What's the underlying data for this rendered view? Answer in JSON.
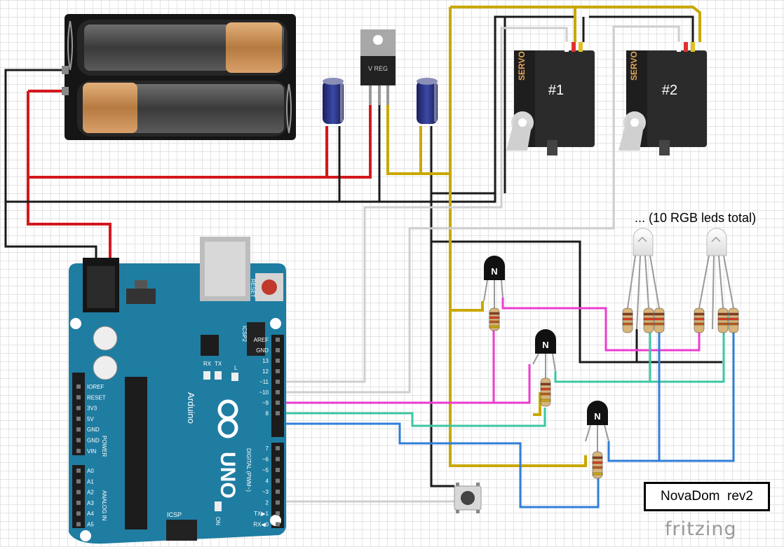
{
  "diagram": {
    "title": "NovaDom  rev2",
    "led_note": "... (10 RGB leds total)",
    "logo": "fritzing",
    "servos": [
      {
        "label": "#1",
        "side_label": "SERVO"
      },
      {
        "label": "#2",
        "side_label": "SERVO"
      }
    ],
    "regulator_label": "V REG",
    "transistor_label": "N",
    "arduino": {
      "brand": "Arduino",
      "model": "UNO",
      "reset_label": "RESET",
      "icsp2_label": "ICSP2",
      "icsp_label": "ICSP",
      "tx_label": "TX",
      "rx_label": "RX",
      "l_label": "L",
      "on_label": "ON",
      "digital_label": "DIGITAL (PWM~)",
      "power_label": "POWER",
      "analog_label": "ANALOG IN",
      "top_pins": [
        "AREF",
        "GND",
        "13",
        "12",
        "~11",
        "~10",
        "~9",
        "8"
      ],
      "bottom_pins": [
        "7",
        "~6",
        "~5",
        "4",
        "~3",
        "2",
        "TX▶1",
        "RX◀0"
      ],
      "power_pins": [
        "IOREF",
        "RESET",
        "3V3",
        "5V",
        "GND",
        "GND",
        "VIN"
      ],
      "analog_pins": [
        "A0",
        "A1",
        "A2",
        "A3",
        "A4",
        "A5"
      ]
    },
    "colors": {
      "wire_red": "#d4181c",
      "wire_black": "#1a1a1a",
      "wire_yellow": "#c9a800",
      "wire_white": "#cfcfcf",
      "wire_magenta": "#ee3cd0",
      "wire_teal": "#3cc6a4",
      "wire_blue": "#2f7ed8",
      "board": "#1f7da2",
      "servo_body": "#2b2b2b",
      "battery": "#2a2a2a",
      "copper": "#c08a5a"
    }
  }
}
